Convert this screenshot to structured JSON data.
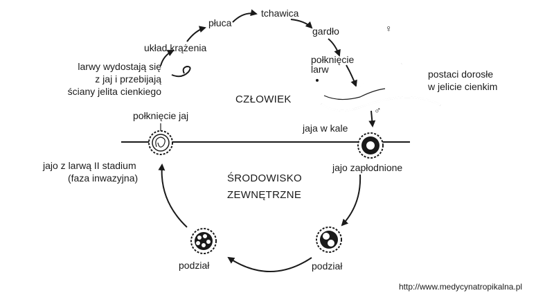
{
  "labels": {
    "pluca": "płuca",
    "tchawica": "tchawica",
    "uklad": "układ krążenia",
    "gardlo": "gardło",
    "larvae_1": "larwy wydostają się",
    "larvae_2": "z jaj i przebijają",
    "larvae_3": "ściany jelita cienkiego",
    "swallow_larvae_1": "połknięcie",
    "swallow_larvae_2": "larw",
    "adults_1": "postaci dorosłe",
    "adults_2": "w jelicie cienkim",
    "czlowiek": "CZŁOWIEK",
    "swallow_eggs": "połknięcie jaj",
    "eggs_feces": "jaja w kale",
    "fertilized": "jajo zapłodnione",
    "larval_egg_1": "jajo z larwą II stadium",
    "larval_egg_2": "(faza inwazyjna)",
    "env_1": "ŚRODOWISKO",
    "env_2": "ZEWNĘTRZNE",
    "division_left": "podział",
    "division_right": "podział",
    "female_symbol": "♀",
    "male_symbol": "♂",
    "source_url": "http://www.medycynatropikalna.pl"
  }
}
